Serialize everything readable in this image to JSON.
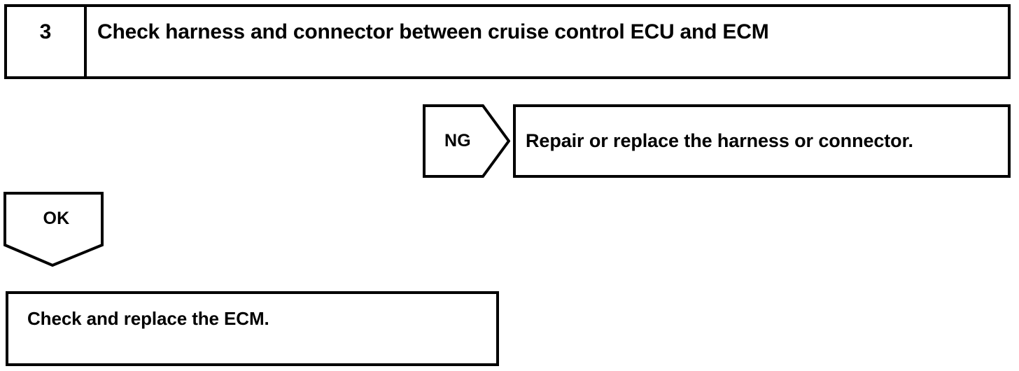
{
  "diagram": {
    "type": "troubleshooting-flowchart",
    "step": {
      "number": "3",
      "description": "Check harness and connector between cruise control ECU and ECM"
    },
    "branches": [
      {
        "label": "NG",
        "shape": "pentagon-right",
        "result": "Repair or replace the harness or connector."
      },
      {
        "label": "OK",
        "shape": "pentagon-down",
        "result": "Check and replace the ECM."
      }
    ],
    "final_action": "Check and replace the ECM.",
    "colors": {
      "stroke": "#000000",
      "fill": "#ffffff",
      "text": "#000000"
    }
  }
}
